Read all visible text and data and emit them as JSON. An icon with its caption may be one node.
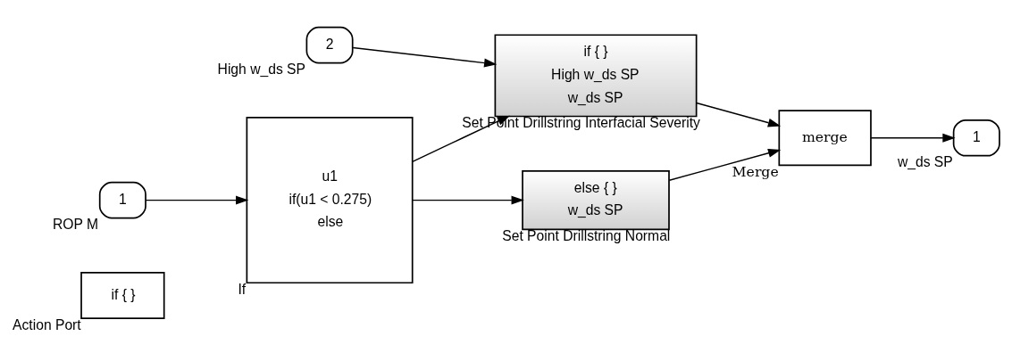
{
  "diagram": {
    "nodes": [
      {
        "text": [
          "if { }"
        ],
        "beside": [
          "Action Port"
        ]
      },
      {
        "text": [
          "1"
        ],
        "beside": [
          "ROP M"
        ]
      },
      {
        "text": [
          "u1",
          "if(u1 < 0.275)",
          "else"
        ],
        "beside": [
          "If"
        ]
      },
      {
        "text": [
          "2"
        ],
        "beside": [
          "High w_ds SP"
        ]
      },
      {
        "text": [
          "if { }",
          "High w_ds SP",
          "w_ds SP"
        ],
        "beside": [
          "Set Point Drillstring Interfacial Severity"
        ]
      },
      {
        "text": [
          "else { }",
          "w_ds SP"
        ],
        "beside": [
          "Set Point Drillstring Normal"
        ]
      },
      {
        "text": [
          "merge"
        ],
        "beside": [
          "Merge"
        ]
      },
      {
        "text": [
          "1"
        ],
        "beside": [
          "w_ds SP"
        ]
      }
    ],
    "edges": [
      {
        "from": 1,
        "to": 2,
        "arrow": "to"
      },
      {
        "from": 2,
        "to": 4,
        "arrow": "to"
      },
      {
        "from": 3,
        "to": 4,
        "arrow": "to"
      },
      {
        "from": 2,
        "to": 5,
        "arrow": "to"
      },
      {
        "from": 4,
        "to": 6,
        "arrow": "to"
      },
      {
        "from": 5,
        "to": 6,
        "arrow": "to"
      },
      {
        "from": 6,
        "to": 7,
        "arrow": "to"
      }
    ]
  }
}
